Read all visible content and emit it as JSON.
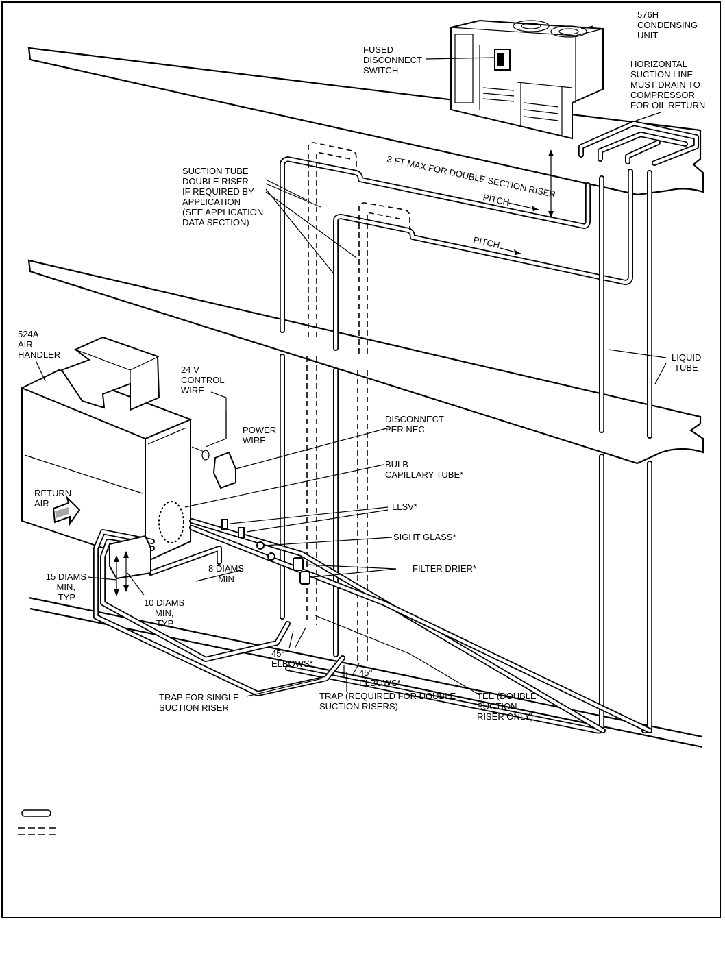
{
  "labels": {
    "condensing_unit": [
      "576H",
      "CONDENSING",
      "UNIT"
    ],
    "fused_disconnect": [
      "FUSED",
      "DISCONNECT",
      "SWITCH"
    ],
    "horizontal_suction": [
      "HORIZONTAL",
      "SUCTION LINE",
      "MUST DRAIN TO",
      "COMPRESSOR",
      "FOR OIL RETURN"
    ],
    "suction_tube_double_riser": [
      "SUCTION TUBE",
      "DOUBLE RISER",
      "IF REQUIRED BY",
      "APPLICATION",
      "(SEE APPLICATION",
      "DATA SECTION)"
    ],
    "three_ft_max": "3 FT MAX FOR DOUBLE SECTION RISER",
    "pitch_1": "PITCH",
    "pitch_2": "PITCH",
    "air_handler": [
      "524A",
      "AIR",
      "HANDLER"
    ],
    "control_wire": [
      "24 V",
      "CONTROL",
      "WIRE"
    ],
    "power_wire": [
      "POWER",
      "WIRE"
    ],
    "liquid_tube": [
      "LIQUID",
      "TUBE"
    ],
    "disconnect_per_nec": [
      "DISCONNECT",
      "PER NEC"
    ],
    "bulb_capillary": [
      "BULB",
      "CAPILLARY TUBE*"
    ],
    "return_air": [
      "RETURN",
      "AIR"
    ],
    "llsv": "LLSV*",
    "sight_glass": "SIGHT GLASS*",
    "filter_drier": "FILTER DRIER*",
    "eight_diams": [
      "8 DIAMS",
      "MIN"
    ],
    "fifteen_diams": [
      "15 DIAMS",
      "MIN,",
      "TYP"
    ],
    "ten_diams": [
      "10 DIAMS",
      "MIN,",
      "TYP"
    ],
    "elbows_1": [
      "45°",
      "ELBOWS*"
    ],
    "elbows_2": [
      "45°",
      "ELBOWS*"
    ],
    "trap_single": [
      "TRAP FOR SINGLE",
      "SUCTION RISER"
    ],
    "trap_double": [
      "TRAP (REQUIRED FOR DOUBLE",
      "SUCTION RISERS)"
    ],
    "tee": [
      "TEE (DOUBLE",
      "SUCTION",
      "RISER ONLY)"
    ]
  },
  "legend": {
    "solid_symbol": "solid-pipe-icon",
    "dashed_symbol": "dashed-pipe-icon"
  }
}
